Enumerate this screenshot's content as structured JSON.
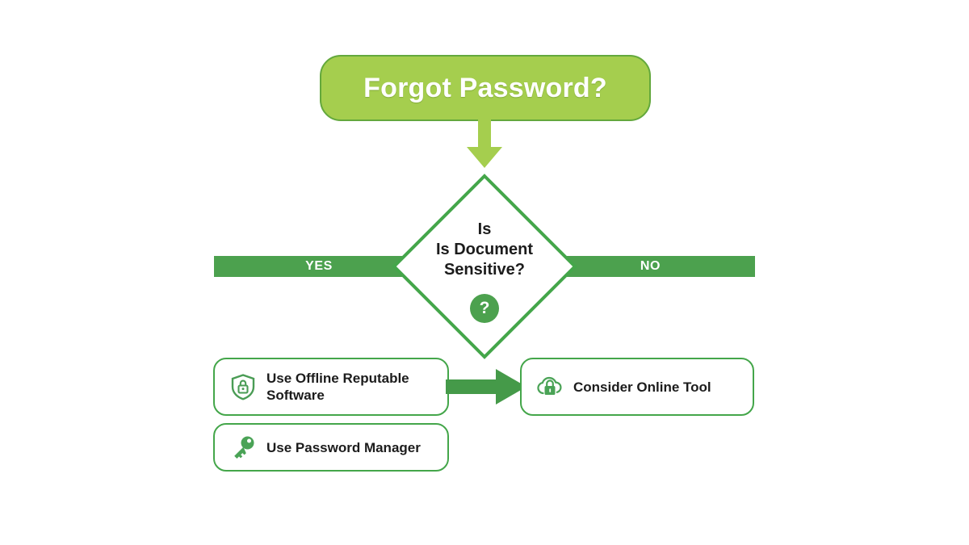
{
  "diagram": {
    "title_node": {
      "label": "Forgot Password?",
      "fill": "#a5ce4e",
      "border": "#63a83c",
      "text_color": "#ffffff"
    },
    "decision_node": {
      "line1": "Is",
      "line2": "Is Document",
      "line3": "Sensitive?",
      "badge_icon": "?",
      "border": "#44a64a",
      "text_color": "#1c1c1c"
    },
    "branches": [
      {
        "label": "YES",
        "direction": "left",
        "color": "#4ca14e"
      },
      {
        "label": "NO",
        "direction": "right",
        "color": "#4ca14e"
      }
    ],
    "outcomes": [
      {
        "label": "Use Offline Reputable Software",
        "icon": "shield-lock-icon",
        "side": "yes"
      },
      {
        "label": "Use Password Manager",
        "icon": "key-icon",
        "side": "yes"
      },
      {
        "label": "Consider Online Tool",
        "icon": "cloud-lock-icon",
        "side": "no"
      }
    ],
    "connectors": [
      {
        "name": "down-arrow",
        "color": "#a5ce4e",
        "direction": "down"
      },
      {
        "name": "right-arrow",
        "color": "#459a49",
        "direction": "right"
      }
    ],
    "colors": {
      "light_green": "#a5ce4e",
      "mid_green": "#4ca14e",
      "border_green": "#44a64a",
      "background": "#ffffff",
      "text_dark": "#1c1c1c"
    }
  }
}
